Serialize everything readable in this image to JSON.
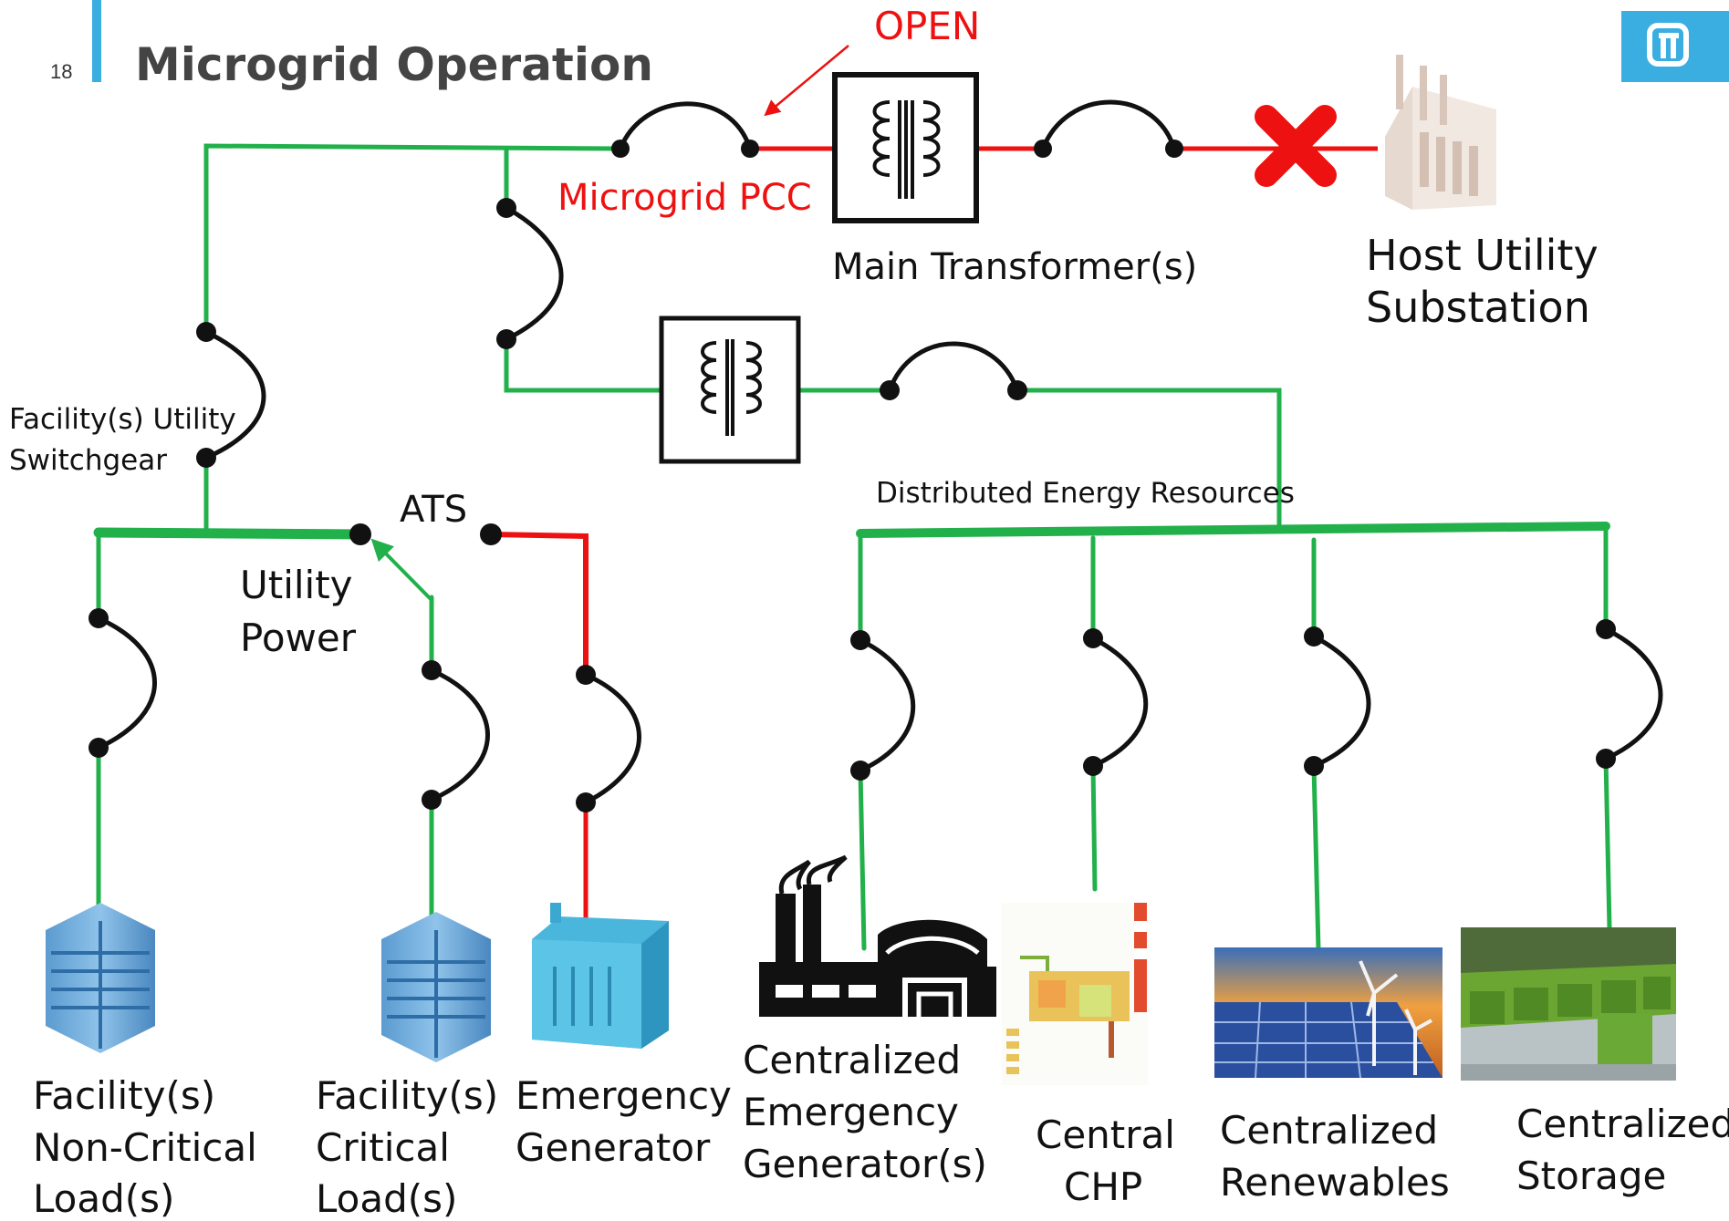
{
  "slide": {
    "number": "18",
    "title": "Microgrid Operation"
  },
  "annotations": {
    "open": "OPEN",
    "pcc": "Microgrid PCC",
    "main_transformer": "Main Transformer(s)",
    "host_utility_line1": "Host Utility",
    "host_utility_line2": "Substation",
    "facility_switchgear_line1": "Facility(s) Utility",
    "facility_switchgear_line2": "Switchgear",
    "ats": "ATS",
    "utility_power_line1": "Utility",
    "utility_power_line2": "Power",
    "der": "Distributed Energy Resources"
  },
  "loads": [
    {
      "line1": "Facility(s)",
      "line2": "Non-Critical",
      "line3": "Load(s)"
    },
    {
      "line1": "Facility(s)",
      "line2": "Critical",
      "line3": "Load(s)"
    },
    {
      "line1": "Emergency",
      "line2": "Generator"
    }
  ],
  "der_units": [
    {
      "line1": "Centralized",
      "line2": "Emergency",
      "line3": "Generator(s)"
    },
    {
      "line1": "Central",
      "line2": "CHP"
    },
    {
      "line1": "Centralized",
      "line2": "Renewables"
    },
    {
      "line1": "Centralized",
      "line2": "Storage"
    }
  ],
  "colors": {
    "energized": "#22b04b",
    "de_energized": "#ee1111",
    "accent": "#3aaee0",
    "ink": "#111111"
  },
  "icons": [
    "logo-icon",
    "substation-icon",
    "building-icon",
    "generator-icon",
    "factory-icon",
    "chp-icon",
    "solar-wind-icon",
    "storage-icon",
    "transformer-icon",
    "open-x-icon"
  ]
}
